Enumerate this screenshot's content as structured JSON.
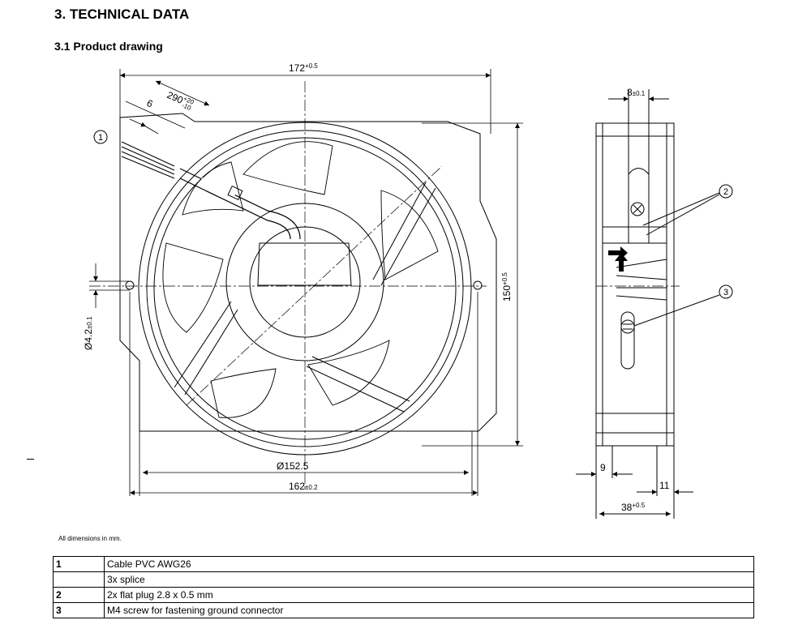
{
  "section_title": "3. TECHNICAL DATA",
  "subsection_title": "3.1 Product drawing",
  "dimensions": {
    "width_base": "172",
    "width_tol": "+0.5",
    "cable_len_base": "290",
    "cable_tol_plus": "+20",
    "cable_tol_minus": "-10",
    "strip_len": "6",
    "hole_base": "Ø4.2",
    "hole_tol": "±0.1",
    "height_base": "150",
    "height_tol": "+0.5",
    "venturi_dia": "Ø152.5",
    "hole_pitch_base": "162",
    "hole_pitch_tol": "±0.2",
    "plug_base": "8",
    "plug_tol": "±0.1",
    "side_9": "9",
    "side_11": "11",
    "depth_base": "38",
    "depth_tol": "+0.5"
  },
  "callouts": [
    "1",
    "2",
    "3"
  ],
  "note": "All dimensions in mm.",
  "legend": [
    {
      "num": "1",
      "text": "Cable PVC AWG26"
    },
    {
      "num": "",
      "text": "3x splice"
    },
    {
      "num": "2",
      "text": "2x flat plug 2.8 x 0.5 mm"
    },
    {
      "num": "3",
      "text": "M4 screw for fastening ground connector"
    }
  ]
}
